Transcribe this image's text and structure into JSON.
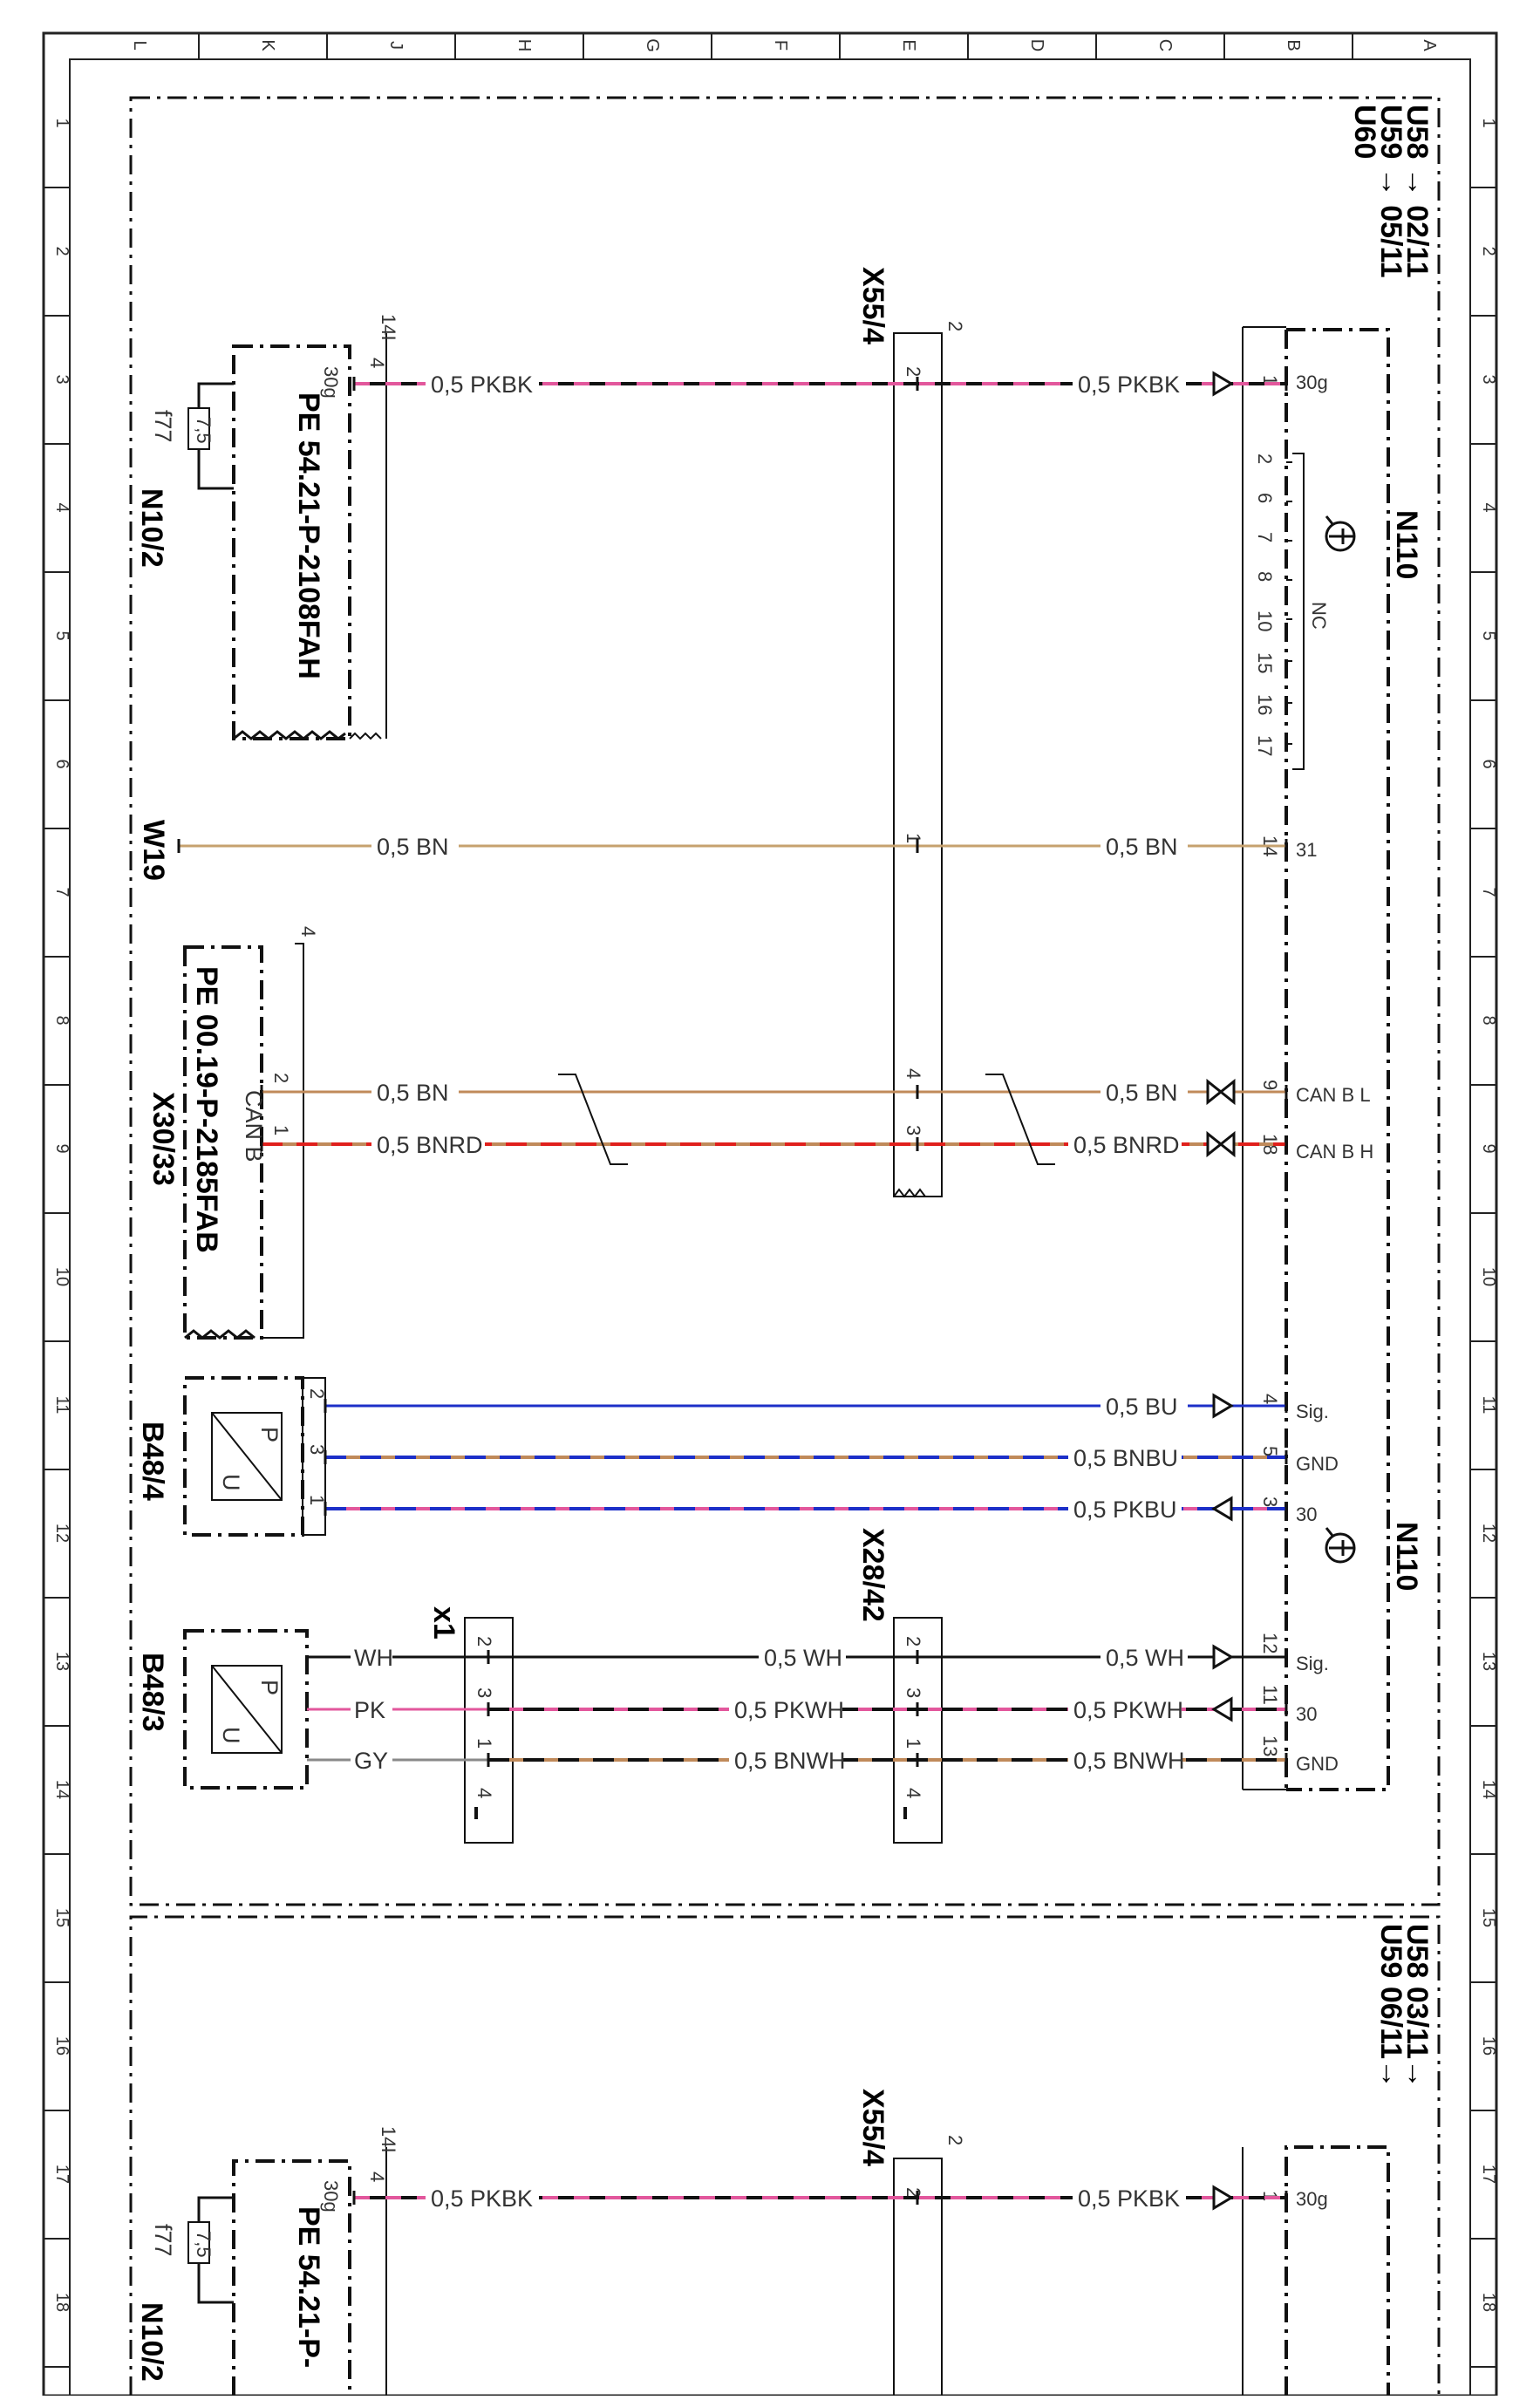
{
  "frame": {
    "columns": [
      "L",
      "K",
      "J",
      "H",
      "G",
      "F",
      "E",
      "D",
      "C",
      "B",
      "A"
    ],
    "rows": [
      "1",
      "2",
      "3",
      "4",
      "5",
      "6",
      "7",
      "8",
      "9",
      "10",
      "11",
      "12",
      "13",
      "14",
      "15",
      "16",
      "17",
      "18"
    ]
  },
  "validity": {
    "upper_1": "U58 → 02/11",
    "upper_2": "U59 → 05/11",
    "upper_3": "U60",
    "lower_1": "U58  03/11→",
    "lower_2": "U59  06/11→"
  },
  "components": {
    "n110": "N110",
    "n110_lower": "N110",
    "n10_2": "N10/2",
    "n10_2_lower": "N10/2",
    "f77": "f77",
    "f77_lower": "f77",
    "fuse_rating": "7,5",
    "fuse_rating_lower": "7,5",
    "pe_ref_1": "PE 54.21-P-2108FAH",
    "pe_ref_1_lower": "PE 54.21-P-",
    "pe_ref_2": "PE 00.19-P-2185FAB",
    "w19": "W19",
    "x30_33": "X30/33",
    "can_b": "CAN B",
    "b48_4": "B48/4",
    "b48_3": "B48/3",
    "x55_4": "X55/4",
    "x55_4_lower": "X55/4",
    "x28_42": "X28/42",
    "x1": "x1",
    "nc": "NC",
    "pressure_p": "P",
    "pressure_u": "U"
  },
  "pins": {
    "n110_30g": "30g",
    "n110_30g_no": "1",
    "n110_nc": [
      "2",
      "6",
      "7",
      "8",
      "10",
      "15",
      "16",
      "17"
    ],
    "n110_31": "31",
    "n110_31_no": "14",
    "n110_canl": "CAN B L",
    "n110_canl_no": "9",
    "n110_canh": "CAN B H",
    "n110_canh_no": "18",
    "n110_sig_a": "Sig.",
    "n110_sig_a_no": "4",
    "n110_gnd_a": "GND",
    "n110_gnd_a_no": "5",
    "n110_30_a": "30",
    "n110_30_a_no": "3",
    "n110_sig_b": "Sig.",
    "n110_sig_b_no": "12",
    "n110_30_b": "30",
    "n110_30_b_no": "11",
    "n110_gnd_b": "GND",
    "n110_gnd_b_no": "13",
    "n110_30g_lower": "30g",
    "n110_30g_lower_no": "1",
    "n10_30g": "30g",
    "n10_pin": "4",
    "n10_conn": "14I",
    "n10_30g_lower": "30g",
    "n10_pin_lower": "4",
    "n10_conn_lower": "14I",
    "x30_pin_bn": "2",
    "x30_pin_bnrd": "1",
    "x30_conn": "4",
    "b48_4_pin_bu": "2",
    "b48_4_pin_bnbu": "3",
    "b48_4_pin_pkbu": "1",
    "x55_pin_pkbk": "2",
    "x55_pin_bn": "1",
    "x55_pin_canl": "4",
    "x55_pin_canh": "3",
    "x55_conn": "2",
    "x55_pin_pkbk_lower": "2",
    "x55_conn_lower": "2",
    "x28_pin_wh": "2",
    "x28_pin_pkwh": "3",
    "x28_pin_bnwh": "1",
    "x28_pin_4": "4",
    "x1_pin_wh": "2",
    "x1_pin_pkwh": "3",
    "x1_pin_bnwh": "1",
    "x1_pin_4": "4"
  },
  "wires": {
    "pkbk_left": "0,5 PKBK",
    "pkbk_right": "0,5 PKBK",
    "bn_left": "0,5 BN",
    "bn_right": "0,5 BN",
    "can_bn_left": "0,5 BN",
    "can_bn_right": "0,5 BN",
    "can_bnrd_left": "0,5 BNRD",
    "can_bnrd_right": "0,5 BNRD",
    "bu": "0,5 BU",
    "bnbu": "0,5 BNBU",
    "pkbu": "0,5 PKBU",
    "wh_short": "WH",
    "pk_short": "PK",
    "gy_short": "GY",
    "wh_mid": "0,5 WH",
    "pkwh_mid": "0,5 PKWH",
    "bnwh_mid": "0,5 BNWH",
    "wh_right": "0,5 WH",
    "pkwh_right": "0,5 PKWH",
    "bnwh_right": "0,5 BNWH",
    "pkbk_left_lower": "0,5 PKBK",
    "pkbk_right_lower": "0,5 PKBK"
  },
  "colors": {
    "pink": "#e2579c",
    "black": "#111111",
    "brown": "#c08a5a",
    "tan": "#c6a16e",
    "red": "#e0201c",
    "blue": "#1c2fc8",
    "grey": "#8a8a8a",
    "frame": "#222222"
  }
}
